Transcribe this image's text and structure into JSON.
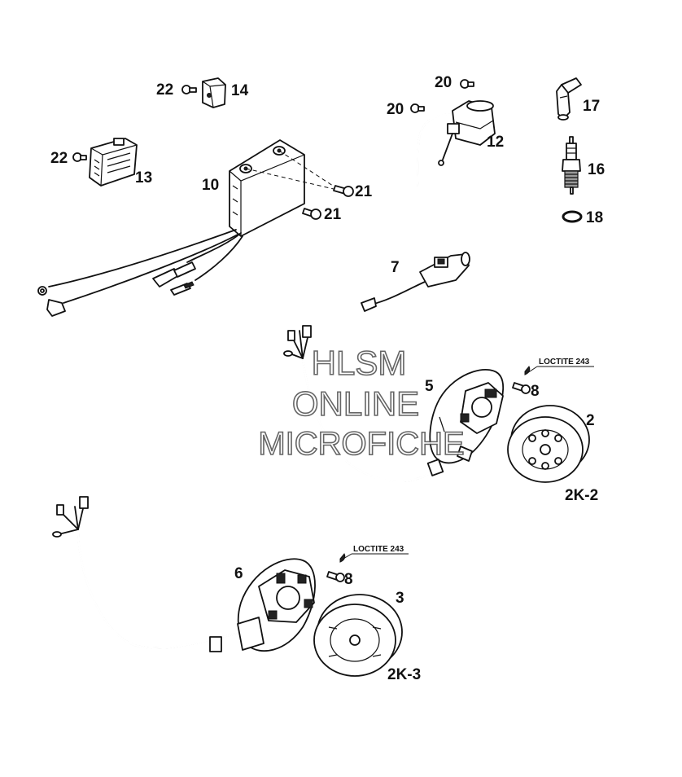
{
  "labels": {
    "p22a": "22",
    "p14": "14",
    "p22b": "22",
    "p13": "13",
    "p10": "10",
    "p21a": "21",
    "p21b": "21",
    "p20a": "20",
    "p20b": "20",
    "p12": "12",
    "p17": "17",
    "p16": "16",
    "p18": "18",
    "p7": "7",
    "p5": "5",
    "p8a": "8",
    "p2": "2",
    "p2k2": "2K-2",
    "p6": "6",
    "p8b": "8",
    "p3": "3",
    "p2k3": "2K-3"
  },
  "notes": {
    "loctite_a": "LOCTITE 243",
    "loctite_b": "LOCTITE 243"
  },
  "watermark": {
    "line1": "HLSM",
    "line2": "ONLINE",
    "line3": "MICROFICHE"
  }
}
